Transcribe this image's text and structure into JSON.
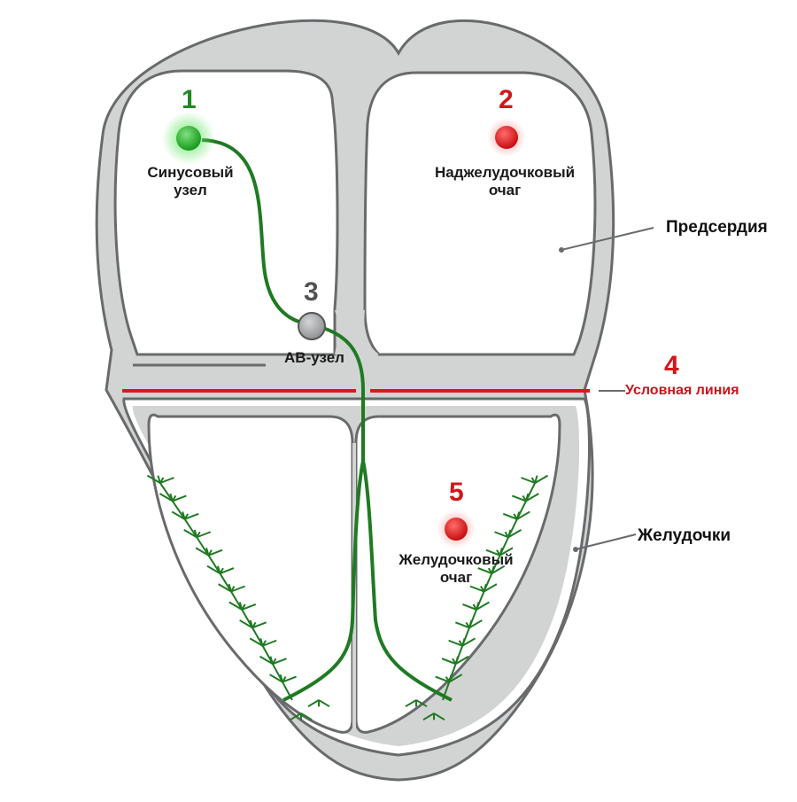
{
  "colors": {
    "wall": "#d2d4d4",
    "wall_outline": "#686a6c",
    "path_green": "#1f7a22",
    "node_green": "#2bb52f",
    "focus_red": "#e5171b",
    "av_node": "#a6a8aa",
    "line_red": "#d9191d",
    "label_dark": "#1a1a1a",
    "num_gray": "#555555",
    "text_red": "#c8161a"
  },
  "markers": {
    "sa_node": {
      "number": "1",
      "label": "Синусовый\nузел"
    },
    "supraventricular_focus": {
      "number": "2",
      "label": "Наджелудочковый\nочаг"
    },
    "av_node": {
      "number": "3",
      "label": "АВ-узел"
    },
    "conditional_line": {
      "number": "4",
      "label": "Условная линия"
    },
    "ventricular_focus": {
      "number": "5",
      "label": "Желудочковый\nочаг"
    }
  },
  "side_labels": {
    "atria": "Предсердия",
    "ventricles": "Желудочки"
  },
  "icons": {
    "sa_node": "green-glowing-node-icon",
    "supraventricular_focus": "red-focus-dot-icon",
    "av_node": "gray-node-icon",
    "ventricular_focus": "red-focus-dot-icon"
  }
}
